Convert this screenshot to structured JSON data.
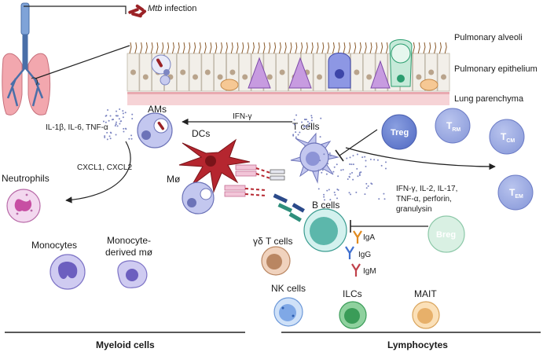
{
  "infection": {
    "prefix": "Mtb",
    "suffix": " infection"
  },
  "tissue_labels": {
    "alveoli": "Pulmonary alveoli",
    "epithelium": "Pulmonary epithelium",
    "parenchyma": "Lung parenchyma"
  },
  "myeloid": {
    "ams": "AMs",
    "cytokines": "IL-1β, IL-6, TNF-α",
    "ifn": "IFN-γ",
    "dcs": "DCs",
    "macrophage": "Mø",
    "chemokines": "CXCL1, CXCL2",
    "neutrophils": "Neutrophils",
    "monocytes": "Monocytes",
    "monocyte_derived_line1": "Monocyte-",
    "monocyte_derived_line2": "derived mø"
  },
  "lymphoid": {
    "t_cells": "T cells",
    "treg": "Treg",
    "trm": {
      "main": "T",
      "sub": "RM"
    },
    "tcm": {
      "main": "T",
      "sub": "CM"
    },
    "tem": {
      "main": "T",
      "sub": "EM"
    },
    "tcell_cytokines": [
      "IFN-γ, IL-2, IL-17,",
      "TNF-α, perforin,",
      "granulysin"
    ],
    "b_cells": "B cells",
    "breg": "Breg",
    "antibodies": [
      "IgA",
      "IgG",
      "IgM"
    ],
    "gd_t_cells": "γδ T cells",
    "nk_cells": "NK cells",
    "ilcs": "ILCs",
    "mait": "MAIT"
  },
  "footer": {
    "left": "Myeloid cells",
    "right": "Lymphocytes"
  }
}
